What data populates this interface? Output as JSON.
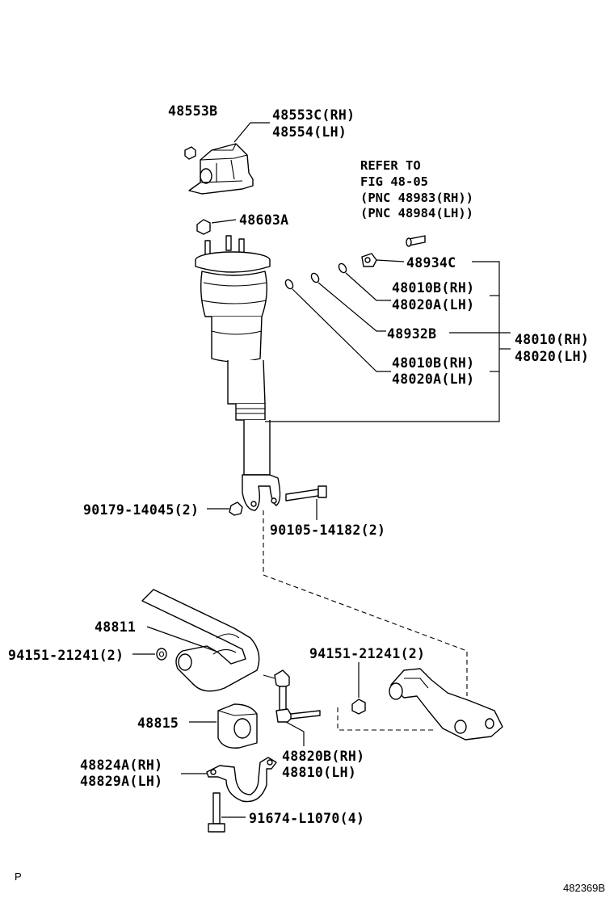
{
  "labels": {
    "p48553B": "48553B",
    "p48553C": "48553C(RH)",
    "p48554": "48554(LH)",
    "refer_line1": "REFER TO",
    "refer_line2": "FIG 48-05",
    "refer_line3": "(PNC 48983(RH))",
    "refer_line4": "(PNC 48984(LH))",
    "p48603A": "48603A",
    "p48934C": "48934C",
    "p48010B_a": "48010B(RH)",
    "p48020A_a": "48020A(LH)",
    "p48932B": "48932B",
    "p48010RH": "48010(RH)",
    "p48020LH": "48020(LH)",
    "p48010B_b": "48010B(RH)",
    "p48020A_b": "48020A(LH)",
    "p90179": "90179-14045(2)",
    "p90105": "90105-14182(2)",
    "p48811": "48811",
    "p94151_left": "94151-21241(2)",
    "p94151_right": "94151-21241(2)",
    "p48815": "48815",
    "p48820B": "48820B(RH)",
    "p48810": "48810(LH)",
    "p48824A": "48824A(RH)",
    "p48829A": "48829A(LH)",
    "p91674": "91674-L1070(4)"
  },
  "corner": {
    "left": "P",
    "right": "482369B"
  }
}
